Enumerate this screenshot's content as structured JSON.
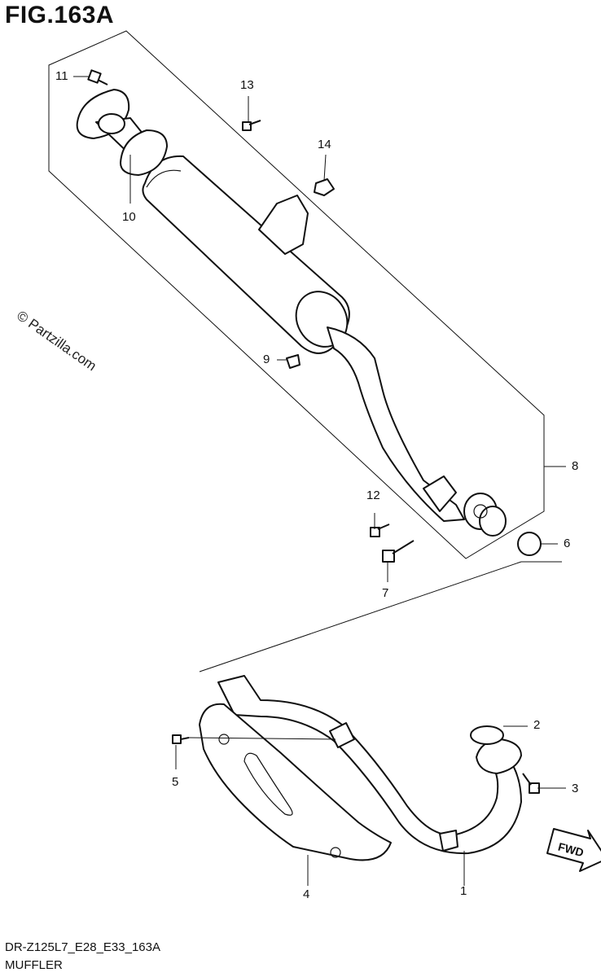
{
  "figure": {
    "title": "FIG.163A",
    "code": "DR-Z125L7_E28_E33_163A",
    "name": "MUFFLER",
    "watermark": "© Partzilla.com"
  },
  "callouts": [
    "1",
    "2",
    "3",
    "4",
    "5",
    "6",
    "7",
    "8",
    "9",
    "10",
    "11",
    "12",
    "13",
    "14"
  ],
  "fwd_label": "FWD"
}
